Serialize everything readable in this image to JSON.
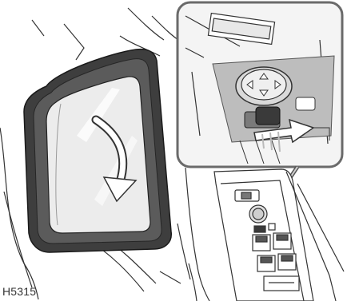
{
  "figure": {
    "code": "H5315",
    "parts": {
      "mirror": "door-mirror",
      "inset": "mirror-control-closeup",
      "switch_panel": "driver-door-switch-pack"
    },
    "icons": [
      "curved-arrow-icon",
      "straight-arrow-icon",
      "joystick-arrows-icon",
      "leader-line"
    ],
    "colors": {
      "ink": "#333333",
      "mirror_frame": "#3e3e3e",
      "mirror_glass": "#ececec",
      "inset_border": "#6a6a6a",
      "inset_fill": "#f4f4f4",
      "console_shade": "#bdbdbd",
      "arrow": "#ffffff"
    }
  }
}
